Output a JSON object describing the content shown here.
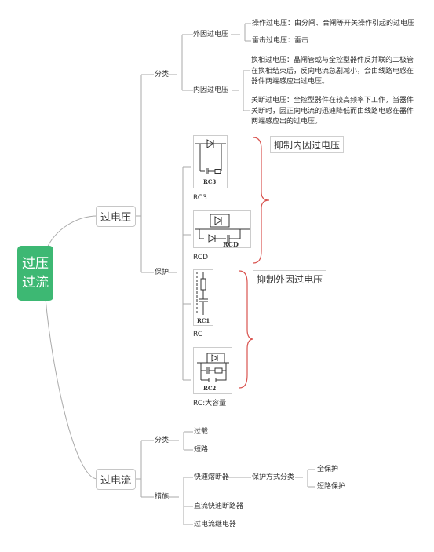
{
  "root": {
    "line1": "过压",
    "line2": "过流"
  },
  "overvoltage": {
    "label": "过电压",
    "classify": {
      "label": "分类",
      "external": {
        "label": "外因过电压",
        "items": [
          "操作过电压：由分闸、合闸等开关操作引起的过电压",
          "雷击过电压：雷击"
        ]
      },
      "internal": {
        "label": "内因过电压",
        "items": [
          "换相过电压：晶闸管或与全控型器件反并联的二极管在换相结束后，反向电流急剧减小，会由线路电感在器件两端感应出过电压。",
          "关断过电压：全控型器件在较高频率下工作，当器件关断时，因正向电流的迅速降低而由线路电感在器件两端感应出的过电压。"
        ]
      }
    },
    "protect": {
      "label": "保护",
      "circuits": [
        {
          "caption": "RC3",
          "fig_label": "RC3"
        },
        {
          "caption": "RCD",
          "fig_label": "RCD"
        },
        {
          "caption": "RC",
          "fig_label": "RC1"
        },
        {
          "caption": "RC:大容量",
          "fig_label": "RC2"
        }
      ],
      "callouts": [
        "抑制内因过电压",
        "抑制外因过电压"
      ]
    }
  },
  "overcurrent": {
    "label": "过电流",
    "classify": {
      "label": "分类",
      "items": [
        "过载",
        "短路"
      ]
    },
    "measures": {
      "label": "措施",
      "fast_fuse": {
        "label": "快速熔断器",
        "method": {
          "label": "保护方式分类",
          "items": [
            "全保护",
            "短路保护"
          ]
        }
      },
      "others": [
        "直流快速断路器",
        "过电流继电器"
      ]
    }
  },
  "colors": {
    "root": "#3db873",
    "line": "#aaaaaa",
    "brace": "#d9534f"
  }
}
